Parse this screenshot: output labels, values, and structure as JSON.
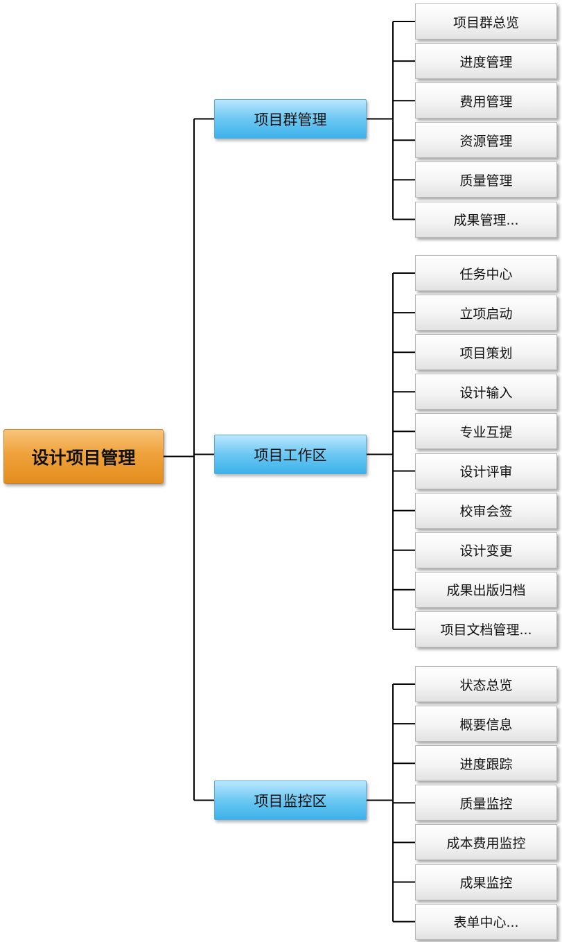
{
  "diagram": {
    "root": {
      "label": "设计项目管理"
    },
    "groups": [
      {
        "label": "项目群管理",
        "items": [
          "项目群总览",
          "进度管理",
          "费用管理",
          "资源管理",
          "质量管理",
          "成果管理..."
        ]
      },
      {
        "label": "项目工作区",
        "items": [
          "任务中心",
          "立项启动",
          "项目策划",
          "设计输入",
          "专业互提",
          "设计评审",
          "校审会签",
          "设计变更",
          "成果出版归档",
          "项目文档管理..."
        ]
      },
      {
        "label": "项目监控区",
        "items": [
          "状态总览",
          "概要信息",
          "进度跟踪",
          "质量监控",
          "成本费用监控",
          "成果监控",
          "表单中心..."
        ]
      }
    ],
    "colors": {
      "root": "#efa23c",
      "group": "#6cc8f3",
      "leaf": "#f4f4f4",
      "connector": "#000000"
    }
  }
}
